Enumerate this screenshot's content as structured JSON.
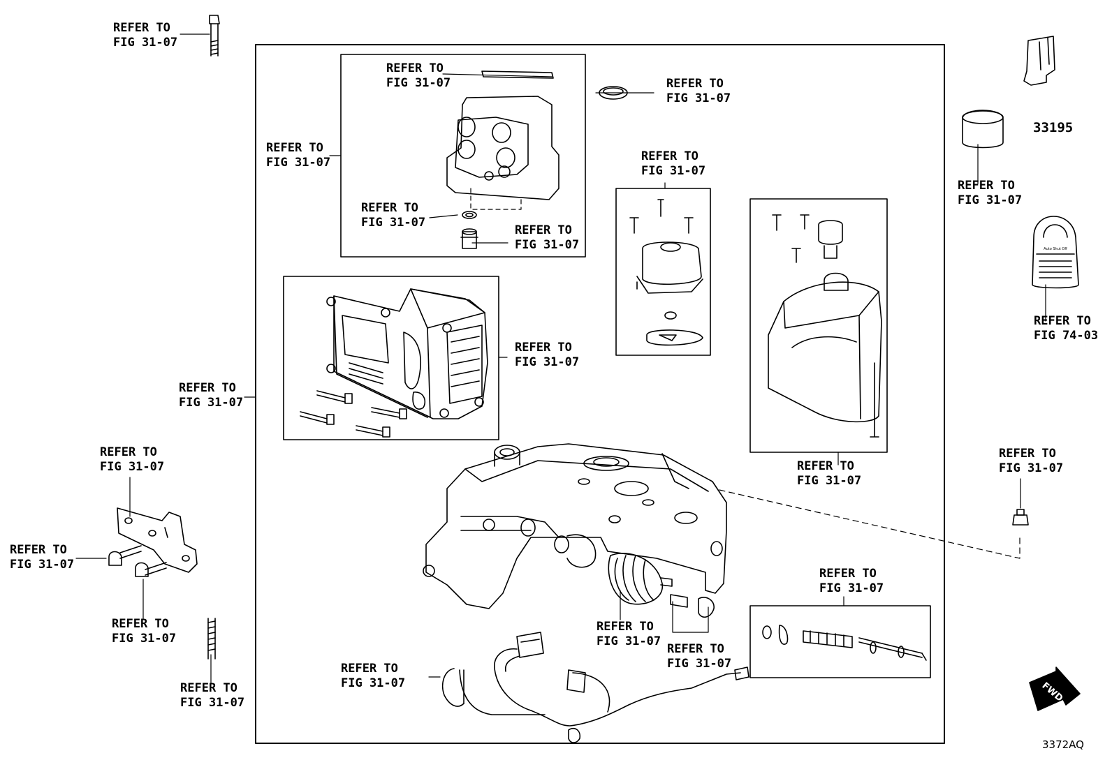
{
  "callout": {
    "line1": "REFER TO",
    "fig_31_07": "FIG 31-07",
    "fig_74_03": "FIG 74-03"
  },
  "part_numbers": {
    "holder": "33195"
  },
  "tag_text": "Auto Shut Off",
  "fwd_label": "FWD",
  "illustration_code": "3372AQ",
  "icons": [
    "bolt-icon",
    "stud-icon",
    "fwd-arrow-icon"
  ]
}
